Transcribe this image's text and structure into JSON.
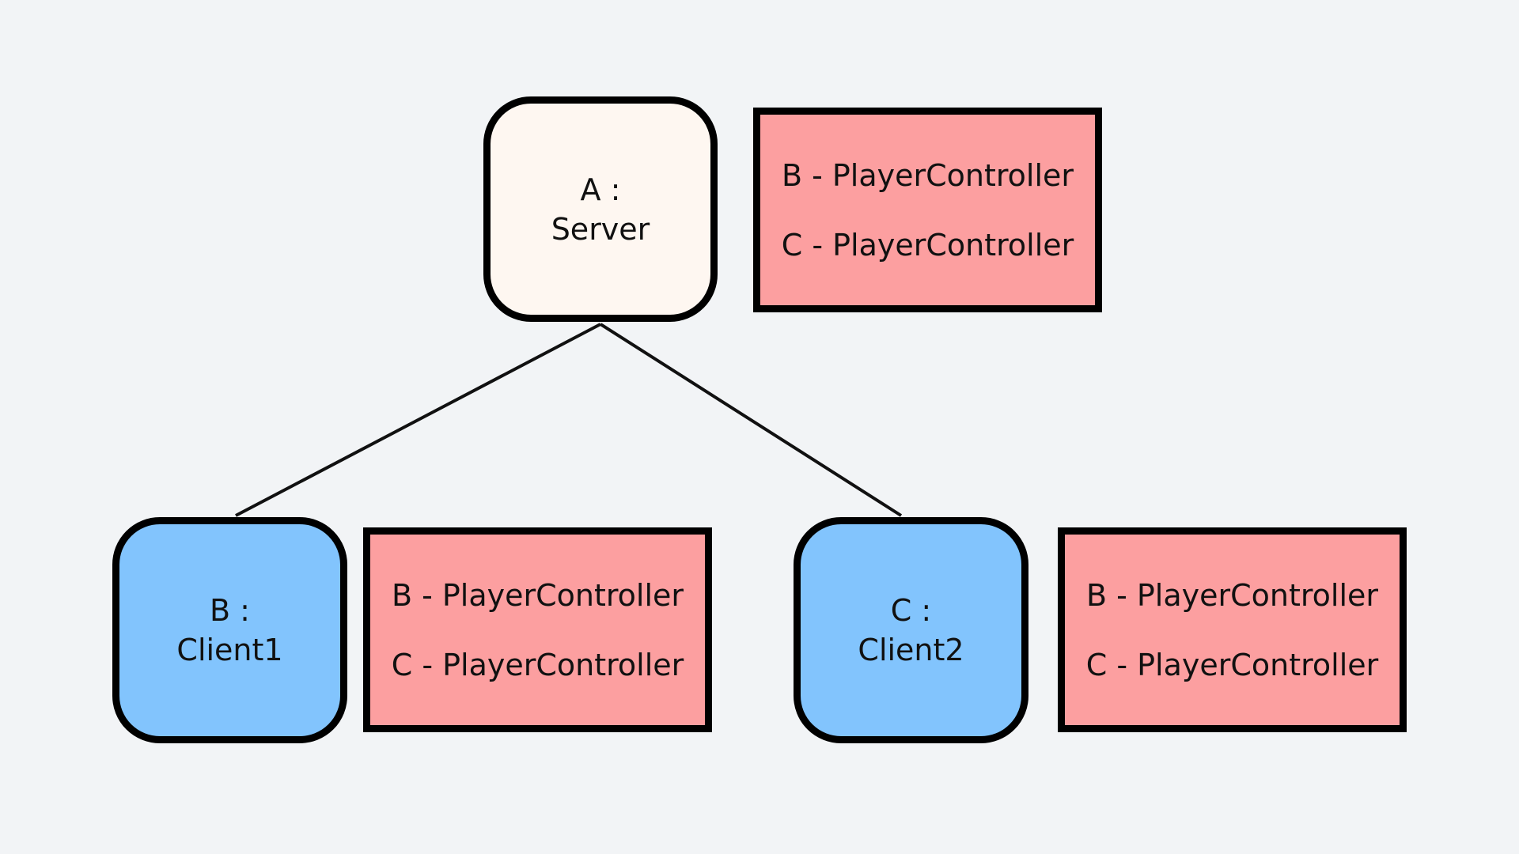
{
  "colors": {
    "background": "#f2f4f6",
    "server_fill": "#fef7f1",
    "client_fill": "#82c4fd",
    "panel_fill": "#fc9fa0",
    "stroke": "#000000"
  },
  "nodes": {
    "server": {
      "line1": "A :",
      "line2": "Server"
    },
    "client1": {
      "line1": "B :",
      "line2": "Client1"
    },
    "client2": {
      "line1": "C :",
      "line2": "Client2"
    }
  },
  "panels": {
    "server": {
      "line1": "B - PlayerController",
      "line2": "C - PlayerController"
    },
    "client1": {
      "line1": "B - PlayerController",
      "line2": "C - PlayerController"
    },
    "client2": {
      "line1": "B - PlayerController",
      "line2": "C - PlayerController"
    }
  }
}
